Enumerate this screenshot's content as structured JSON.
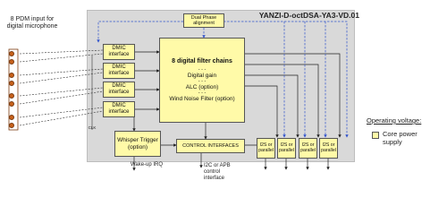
{
  "chip_title": "YANZI-D-octDSA-YA3-VD.01",
  "pdm_input_label": "8 PDM input for digital microphone",
  "dual_phase": "Dual Phase alignment",
  "dmic_blocks": [
    "DMIC interface",
    "DMIC interface",
    "DMIC interface",
    "DMIC interface"
  ],
  "filter": {
    "title": "8 digital filter chains",
    "sep": "- - -",
    "digital_gain": "Digital gain",
    "alc": "ALC  (option)",
    "wind": "Wind Noise Filter (option)"
  },
  "whisper": "Whisper Trigger (option)",
  "control": "CONTROL INTERFACES",
  "i2s_blocks": [
    "I2S or parallel",
    "I2S or parallel",
    "I2S or parallel",
    "I2S or parallel"
  ],
  "clk_label": "CLK",
  "wakeup_irq": "Wake-up IRQ",
  "i2c_label": "I2C or APB control interface",
  "operating_voltage": "Operating voltage:",
  "legend_label": "Core power supply",
  "colors": {
    "chip_bg": "#d9d9d9",
    "block_fill": "#fffaa8",
    "pad": "#c8611a",
    "dashed_arrow": "#3355cc"
  }
}
